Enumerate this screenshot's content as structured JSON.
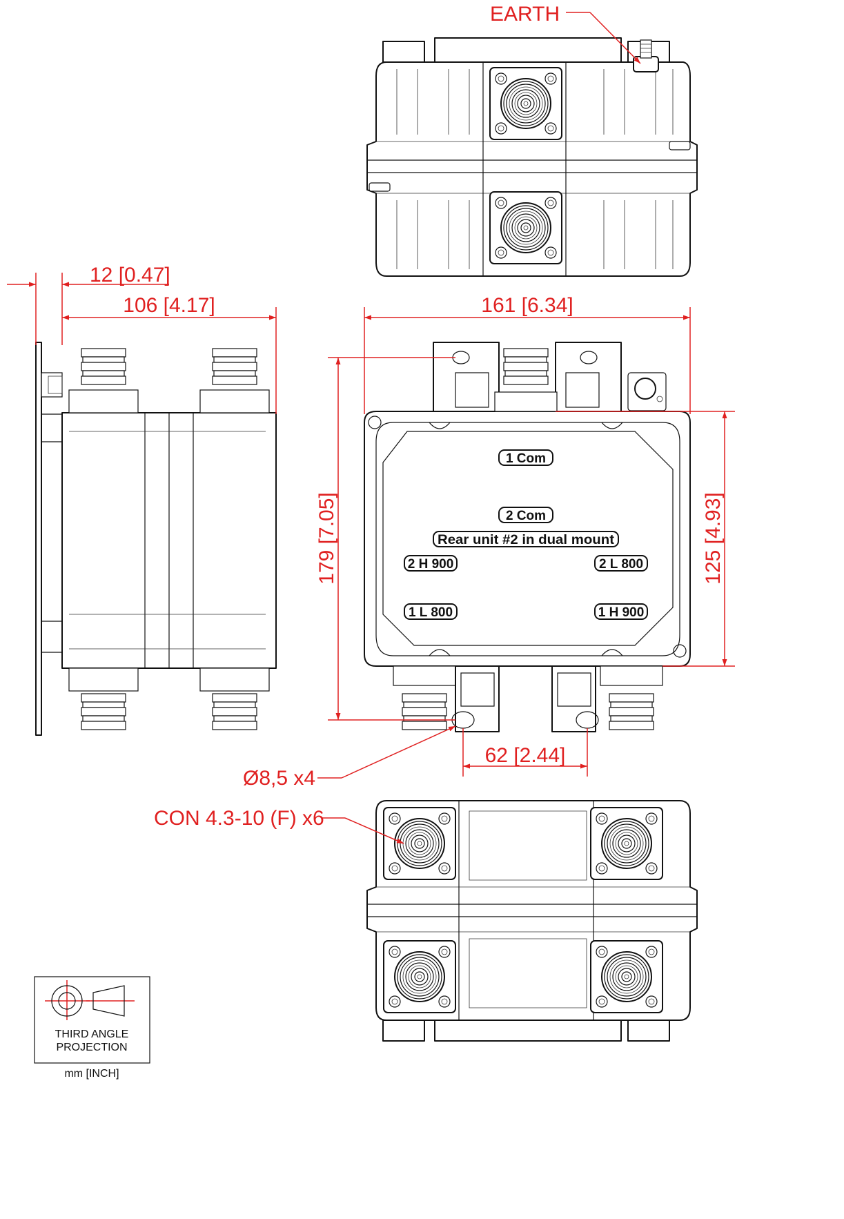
{
  "callouts": {
    "earth": "EARTH",
    "hole": "Ø8,5 x4",
    "connector": "CON 4.3-10 (F) x6"
  },
  "dimensions": {
    "bracket_offset": "12 [0.47]",
    "depth": "106 [4.17]",
    "width": "161 [6.34]",
    "overall_height": "179 [7.05]",
    "body_height": "125 [4.93]",
    "hole_spacing": "62 [2.44]"
  },
  "port_labels": {
    "com1": "1 Com",
    "com2": "2 Com",
    "rear_note": "Rear unit #2 in dual mount",
    "h2_900": "2 H 900",
    "l2_800": "2 L 800",
    "l1_800": "1 L 800",
    "h1_900": "1 H 900"
  },
  "projection_box": {
    "line1": "THIRD ANGLE",
    "line2": "PROJECTION"
  },
  "units": "mm [INCH]",
  "colors": {
    "dimension": "#e02020",
    "outline": "#111111"
  }
}
